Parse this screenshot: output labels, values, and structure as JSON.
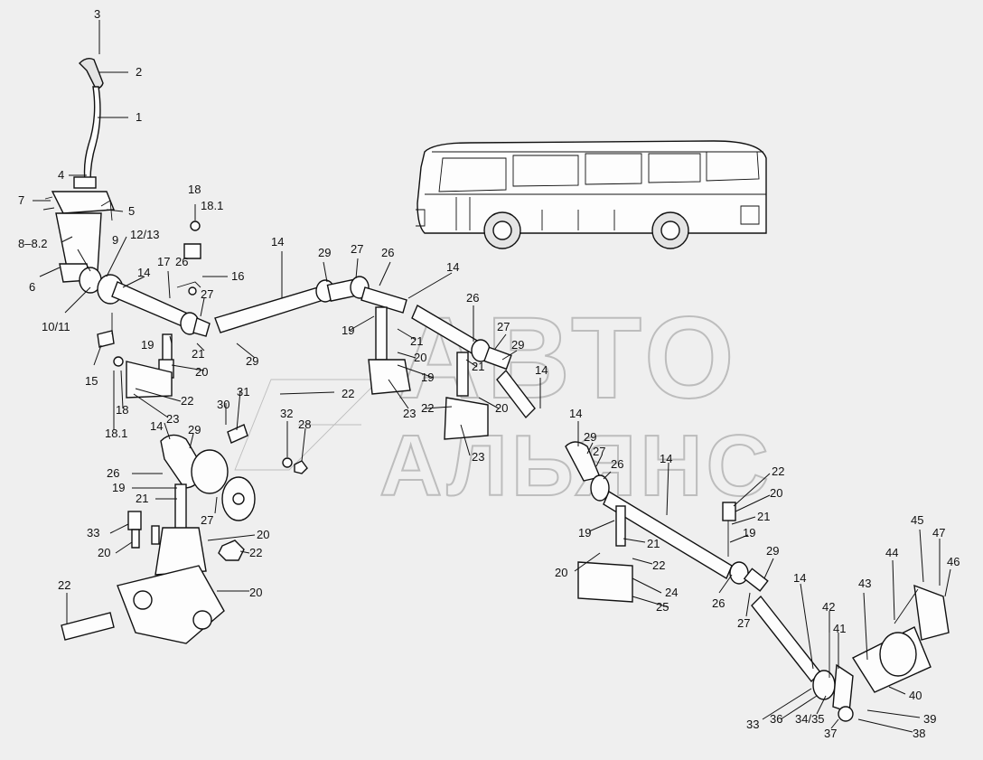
{
  "watermark": {
    "line1": "АВТО",
    "line2": "АЛЬЯНС",
    "color": "#bdbdbd"
  },
  "colors": {
    "background": "#efefef",
    "line": "#111111"
  },
  "labels": [
    {
      "id": "l1",
      "text": "3"
    },
    {
      "id": "l2",
      "text": "2"
    },
    {
      "id": "l3",
      "text": "1"
    },
    {
      "id": "l4",
      "text": "4"
    },
    {
      "id": "l5",
      "text": "7"
    },
    {
      "id": "l6",
      "text": "5"
    },
    {
      "id": "l7",
      "text": "8–8.2"
    },
    {
      "id": "l8",
      "text": "9"
    },
    {
      "id": "l9",
      "text": "12/13"
    },
    {
      "id": "l10",
      "text": "6"
    },
    {
      "id": "l11",
      "text": "14"
    },
    {
      "id": "l12",
      "text": "17"
    },
    {
      "id": "l13",
      "text": "26"
    },
    {
      "id": "l14",
      "text": "16"
    },
    {
      "id": "l15",
      "text": "18"
    },
    {
      "id": "l16",
      "text": "18.1"
    },
    {
      "id": "l17",
      "text": "10/11"
    },
    {
      "id": "l18",
      "text": "27"
    },
    {
      "id": "l19",
      "text": "14"
    },
    {
      "id": "l20",
      "text": "29"
    },
    {
      "id": "l21",
      "text": "27"
    },
    {
      "id": "l22",
      "text": "26"
    },
    {
      "id": "l23",
      "text": "14"
    },
    {
      "id": "l24",
      "text": "26"
    },
    {
      "id": "l25",
      "text": "27"
    },
    {
      "id": "l26",
      "text": "29"
    },
    {
      "id": "l27",
      "text": "14"
    },
    {
      "id": "l28",
      "text": "15"
    },
    {
      "id": "l29",
      "text": "19"
    },
    {
      "id": "l30",
      "text": "21"
    },
    {
      "id": "l31",
      "text": "20"
    },
    {
      "id": "l32",
      "text": "29"
    },
    {
      "id": "l33",
      "text": "18"
    },
    {
      "id": "l34",
      "text": "18.1"
    },
    {
      "id": "l35",
      "text": "22"
    },
    {
      "id": "l36",
      "text": "23"
    },
    {
      "id": "l37",
      "text": "30"
    },
    {
      "id": "l38",
      "text": "31"
    },
    {
      "id": "l39",
      "text": "19"
    },
    {
      "id": "l40",
      "text": "21"
    },
    {
      "id": "l41",
      "text": "20"
    },
    {
      "id": "l42",
      "text": "19"
    },
    {
      "id": "l43",
      "text": "22"
    },
    {
      "id": "l44",
      "text": "23"
    },
    {
      "id": "l45",
      "text": "21"
    },
    {
      "id": "l46",
      "text": "20"
    },
    {
      "id": "l47",
      "text": "22"
    },
    {
      "id": "l48",
      "text": "23"
    },
    {
      "id": "l49",
      "text": "14"
    },
    {
      "id": "l50",
      "text": "29"
    },
    {
      "id": "l51",
      "text": "32"
    },
    {
      "id": "l52",
      "text": "28"
    },
    {
      "id": "l53",
      "text": "26"
    },
    {
      "id": "l54",
      "text": "19"
    },
    {
      "id": "l55",
      "text": "21"
    },
    {
      "id": "l56",
      "text": "27"
    },
    {
      "id": "l57",
      "text": "20"
    },
    {
      "id": "l58",
      "text": "33"
    },
    {
      "id": "l59",
      "text": "20"
    },
    {
      "id": "l60",
      "text": "22"
    },
    {
      "id": "l61",
      "text": "20"
    },
    {
      "id": "l62",
      "text": "22"
    },
    {
      "id": "l63",
      "text": "14"
    },
    {
      "id": "l64",
      "text": "29"
    },
    {
      "id": "l65",
      "text": "27"
    },
    {
      "id": "l66",
      "text": "26"
    },
    {
      "id": "l67",
      "text": "14"
    },
    {
      "id": "l68",
      "text": "22"
    },
    {
      "id": "l69",
      "text": "20"
    },
    {
      "id": "l70",
      "text": "21"
    },
    {
      "id": "l71",
      "text": "19"
    },
    {
      "id": "l72",
      "text": "19"
    },
    {
      "id": "l73",
      "text": "21"
    },
    {
      "id": "l74",
      "text": "20"
    },
    {
      "id": "l75",
      "text": "22"
    },
    {
      "id": "l76",
      "text": "24"
    },
    {
      "id": "l77",
      "text": "25"
    },
    {
      "id": "l78",
      "text": "26"
    },
    {
      "id": "l79",
      "text": "29"
    },
    {
      "id": "l80",
      "text": "27"
    },
    {
      "id": "l81",
      "text": "14"
    },
    {
      "id": "l82",
      "text": "45"
    },
    {
      "id": "l83",
      "text": "47"
    },
    {
      "id": "l84",
      "text": "44"
    },
    {
      "id": "l85",
      "text": "46"
    },
    {
      "id": "l86",
      "text": "43"
    },
    {
      "id": "l87",
      "text": "42"
    },
    {
      "id": "l88",
      "text": "41"
    },
    {
      "id": "l89",
      "text": "40"
    },
    {
      "id": "l90",
      "text": "39"
    },
    {
      "id": "l91",
      "text": "38"
    },
    {
      "id": "l92",
      "text": "37"
    },
    {
      "id": "l93",
      "text": "34/35"
    },
    {
      "id": "l94",
      "text": "36"
    },
    {
      "id": "l95",
      "text": "33"
    }
  ]
}
